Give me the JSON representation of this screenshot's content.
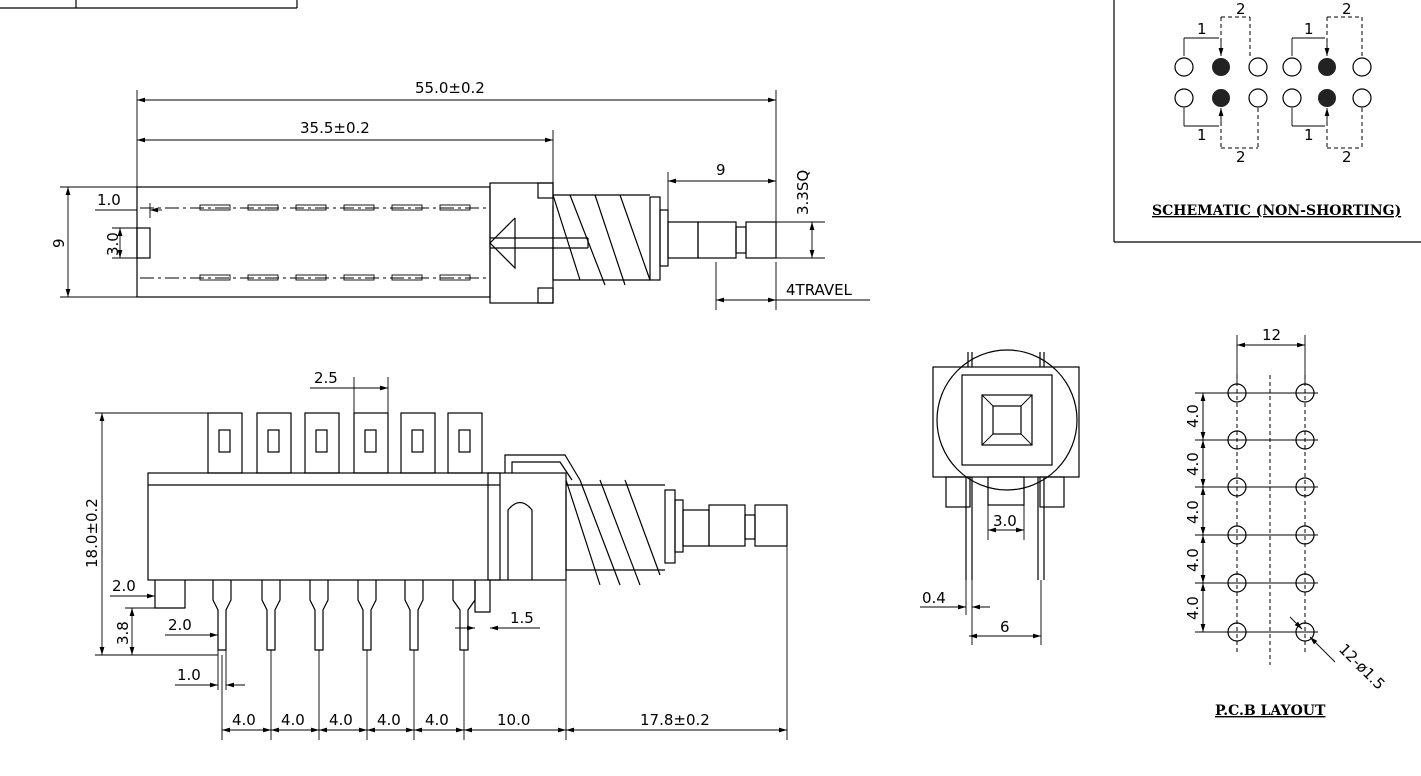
{
  "side_view": {
    "overall_length": "55.0±0.2",
    "body_length": "35.5±0.2",
    "plunger_length": "9",
    "plunger_size": "3.3SQ",
    "travel": "4TRAVEL",
    "height": "9",
    "offset": "1.0",
    "slot": "3.0"
  },
  "front_view": {
    "pin_pitch": "2.5",
    "height": "18.0±0.2",
    "pin_a": "2.0",
    "pin_b": "2.0",
    "pin_len": "3.8",
    "pin_w": "1.0",
    "pin_right": "1.5",
    "spacings": [
      "4.0",
      "4.0",
      "4.0",
      "4.0",
      "4.0"
    ],
    "to_body": "10.0",
    "stem": "17.8±0.2"
  },
  "end_view": {
    "tab": "3.0",
    "pin_thk": "0.4",
    "pin_span": "6"
  },
  "pcb": {
    "label": "P.C.B LAYOUT",
    "width": "12",
    "pitch": [
      "4.0",
      "4.0",
      "4.0",
      "4.0",
      "4.0"
    ],
    "holes": "12-ø1.5"
  },
  "schematic": {
    "label": "SCHEMATIC (NON-SHORTING)",
    "pole_labels": [
      "1",
      "2",
      "1",
      "2",
      "1",
      "2",
      "1",
      "2"
    ]
  }
}
